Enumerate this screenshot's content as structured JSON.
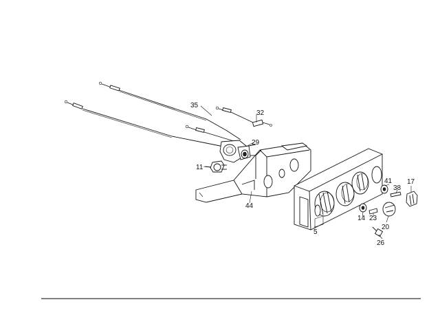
{
  "diagram": {
    "callouts": {
      "c35": "35",
      "c32": "32",
      "c29": "29",
      "c11": "11",
      "c44": "44",
      "c41": "41",
      "c38": "38",
      "c17": "17",
      "c14": "14",
      "c23": "23",
      "c20": "20",
      "c5": "5",
      "c26": "26"
    }
  }
}
